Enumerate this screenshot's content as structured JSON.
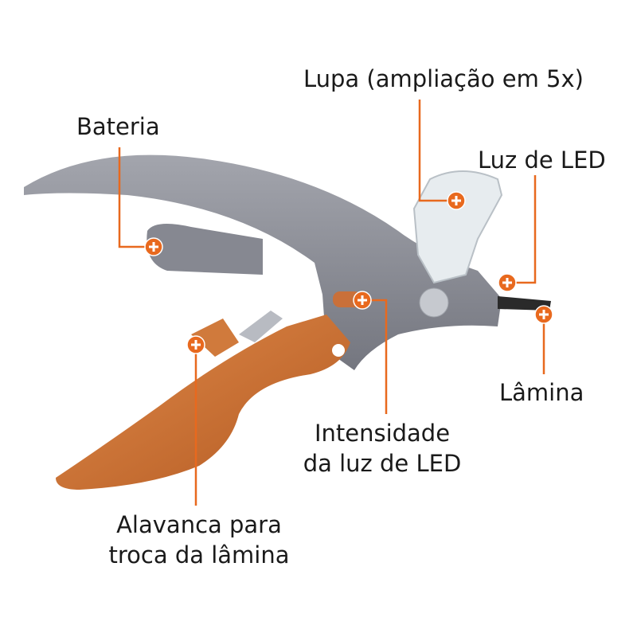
{
  "labels": {
    "battery": "Bateria",
    "magnifier": "Lupa (ampliação em 5x)",
    "led_light": "Luz de LED",
    "blade": "Lâmina",
    "led_intensity_line1": "Intensidade",
    "led_intensity_line2": "da luz de LED",
    "lever_line1": "Alavanca para",
    "lever_line2": "troca da lâmina"
  },
  "colors": {
    "accent": "#e8691e",
    "body_gray": "#8e9099",
    "handle_orange": "#c8682c"
  }
}
